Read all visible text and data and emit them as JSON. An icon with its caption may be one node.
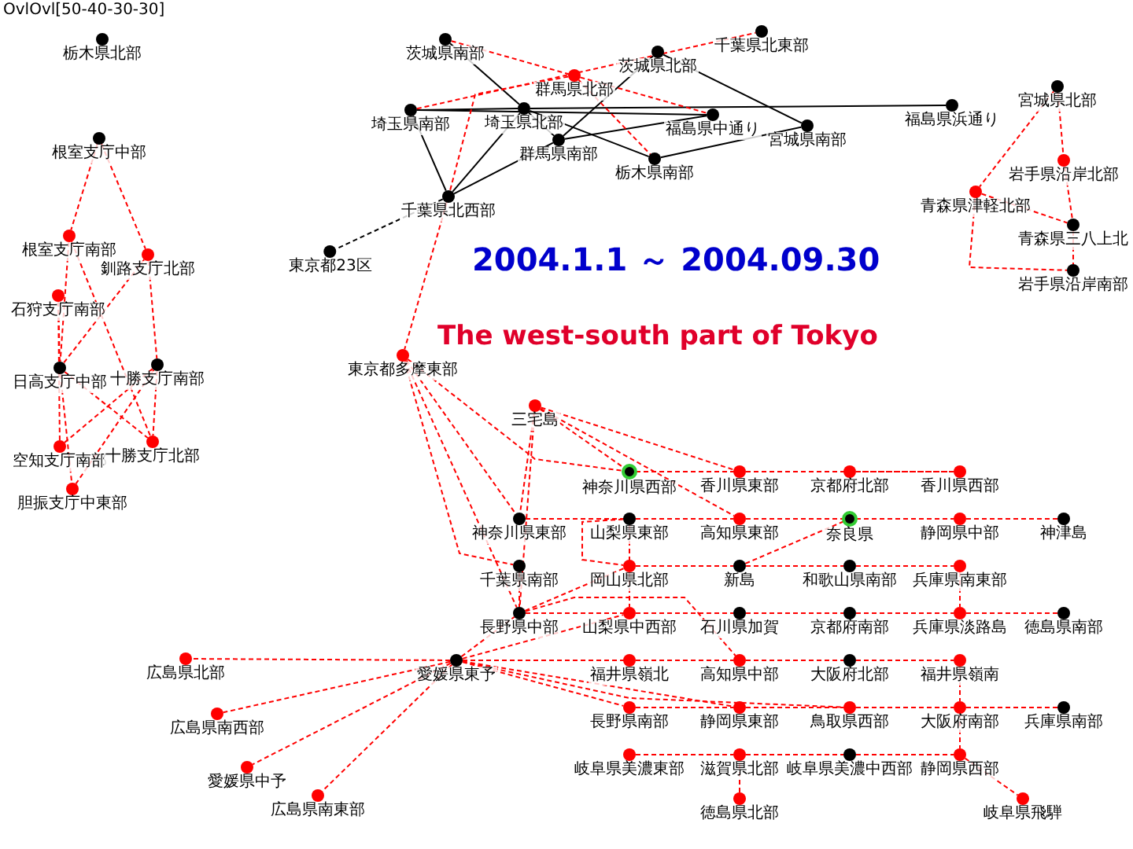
{
  "diagram": {
    "title": "2004.1.1 ～ 2004.09.30",
    "nodes": [
      {
        "text": [
          "栃木県北部"
        ]
      },
      {
        "text": [
          "根室支庁中部"
        ]
      },
      {
        "text": [
          "根室支庁南部"
        ]
      },
      {
        "text": [
          "釧路支庁北部"
        ]
      },
      {
        "text": [
          "石狩支庁南部"
        ]
      },
      {
        "text": [
          "日高支庁中部"
        ]
      },
      {
        "text": [
          "十勝支庁南部"
        ]
      },
      {
        "text": [
          "空知支庁南部"
        ]
      },
      {
        "text": [
          "十勝支庁北部"
        ]
      },
      {
        "text": [
          "胆振支庁中東部"
        ]
      },
      {
        "text": [
          "茨城県南部"
        ]
      },
      {
        "text": [
          "千葉県北東部"
        ]
      },
      {
        "text": [
          "茨城県北部"
        ]
      },
      {
        "text": [
          "群馬県北部"
        ]
      },
      {
        "text": [
          "埼玉県南部"
        ]
      },
      {
        "text": [
          "埼玉県北部"
        ]
      },
      {
        "text": [
          "福島県中通り"
        ]
      },
      {
        "text": [
          "宮城県南部"
        ]
      },
      {
        "text": [
          "福島県浜通り"
        ]
      },
      {
        "text": [
          "群馬県南部"
        ]
      },
      {
        "text": [
          "栃木県南部"
        ]
      },
      {
        "text": [
          "千葉県北西部"
        ]
      },
      {
        "text": [
          "東京都23区"
        ]
      },
      {
        "text": [
          "東京都多摩東部"
        ]
      },
      {
        "text": [
          "宮城県北部"
        ]
      },
      {
        "text": [
          "岩手県沿岸北部"
        ]
      },
      {
        "text": [
          "青森県津軽北部"
        ]
      },
      {
        "text": [
          "青森県三八上北"
        ]
      },
      {
        "text": [
          "岩手県沿岸南部"
        ]
      },
      {
        "text": [
          "三宅島"
        ]
      },
      {
        "text": [
          "神奈川県西部"
        ]
      },
      {
        "text": [
          "香川県東部"
        ]
      },
      {
        "text": [
          "京都府北部"
        ]
      },
      {
        "text": [
          "香川県西部"
        ]
      },
      {
        "text": [
          "神奈川県東部"
        ]
      },
      {
        "text": [
          "山梨県東部"
        ]
      },
      {
        "text": [
          "高知県東部"
        ]
      },
      {
        "text": [
          "奈良県"
        ]
      },
      {
        "text": [
          "静岡県中部"
        ]
      },
      {
        "text": [
          "神津島"
        ]
      },
      {
        "text": [
          "千葉県南部"
        ]
      },
      {
        "text": [
          "岡山県北部"
        ]
      },
      {
        "text": [
          "新島"
        ]
      },
      {
        "text": [
          "和歌山県南部"
        ]
      },
      {
        "text": [
          "兵庫県南東部"
        ]
      },
      {
        "text": [
          "長野県中部"
        ]
      },
      {
        "text": [
          "山梨県中西部"
        ]
      },
      {
        "text": [
          "石川県加賀"
        ]
      },
      {
        "text": [
          "京都府南部"
        ]
      },
      {
        "text": [
          "兵庫県淡路島"
        ]
      },
      {
        "text": [
          "徳島県南部"
        ]
      },
      {
        "text": [
          "愛媛県東予"
        ]
      },
      {
        "text": [
          "福井県嶺北"
        ]
      },
      {
        "text": [
          "高知県中部"
        ]
      },
      {
        "text": [
          "大阪府北部"
        ]
      },
      {
        "text": [
          "福井県嶺南"
        ]
      },
      {
        "text": [
          "長野県南部"
        ]
      },
      {
        "text": [
          "静岡県東部"
        ]
      },
      {
        "text": [
          "鳥取県西部"
        ]
      },
      {
        "text": [
          "大阪府南部"
        ]
      },
      {
        "text": [
          "兵庫県南部"
        ]
      },
      {
        "text": [
          "岐阜県美濃東部"
        ]
      },
      {
        "text": [
          "滋賀県北部"
        ]
      },
      {
        "text": [
          "岐阜県美濃中西部"
        ]
      },
      {
        "text": [
          "静岡県西部"
        ]
      },
      {
        "text": [
          "徳島県北部"
        ]
      },
      {
        "text": [
          "広島県北部"
        ]
      },
      {
        "text": [
          "広島県南西部"
        ]
      },
      {
        "text": [
          "愛媛県中予"
        ]
      },
      {
        "text": [
          "広島県南東部"
        ]
      },
      {
        "text": [
          "岐阜県飛騨"
        ]
      }
    ],
    "edges": [
      {
        "from": 1,
        "to": 2,
        "arrow": "none",
        "style": "dashed"
      },
      {
        "from": 1,
        "to": 3,
        "arrow": "none",
        "style": "dashed"
      },
      {
        "from": 2,
        "to": 5,
        "arrow": "none",
        "style": "dashed"
      },
      {
        "from": 2,
        "to": 8,
        "arrow": "none",
        "style": "dashed"
      },
      {
        "from": 3,
        "to": 6,
        "arrow": "none",
        "style": "dashed"
      },
      {
        "from": 3,
        "to": 5,
        "arrow": "none",
        "style": "dashed"
      },
      {
        "from": 4,
        "to": 5,
        "arrow": "none",
        "style": "dashed"
      },
      {
        "from": 4,
        "to": 7,
        "arrow": "none",
        "style": "dashed"
      },
      {
        "from": 5,
        "to": 9,
        "arrow": "none",
        "style": "dashed"
      },
      {
        "from": 5,
        "to": 8,
        "arrow": "none",
        "style": "dashed"
      },
      {
        "from": 6,
        "to": 7,
        "arrow": "none",
        "style": "dashed"
      },
      {
        "from": 6,
        "to": 9,
        "arrow": "none",
        "style": "dashed"
      },
      {
        "from": 6,
        "to": 8,
        "arrow": "none",
        "style": "dashed"
      },
      {
        "from": 10,
        "to": 15,
        "arrow": "none",
        "color": "#000000"
      },
      {
        "from": 14,
        "to": 15,
        "arrow": "none",
        "color": "#000000"
      },
      {
        "from": 14,
        "to": 16,
        "arrow": "none",
        "color": "#000000"
      },
      {
        "from": 14,
        "to": 21,
        "arrow": "none",
        "color": "#000000"
      },
      {
        "from": 15,
        "to": 21,
        "arrow": "none",
        "color": "#000000"
      },
      {
        "from": 15,
        "to": 20,
        "arrow": "none",
        "color": "#000000"
      },
      {
        "from": 15,
        "to": 18,
        "arrow": "none",
        "color": "#000000"
      },
      {
        "from": 12,
        "to": 19,
        "arrow": "none",
        "color": "#000000"
      },
      {
        "from": 12,
        "to": 17,
        "arrow": "none",
        "color": "#000000"
      },
      {
        "from": 19,
        "to": 21,
        "arrow": "none",
        "color": "#000000"
      },
      {
        "from": 19,
        "to": 16,
        "arrow": "none",
        "color": "#000000"
      },
      {
        "from": 20,
        "to": 17,
        "arrow": "none",
        "color": "#000000"
      },
      {
        "from": 15,
        "to": 19,
        "arrow": "none",
        "color": "#000000"
      },
      {
        "from": 10,
        "to": 16,
        "arrow": "none",
        "style": "dashed"
      },
      {
        "from": 14,
        "to": 11,
        "arrow": "none",
        "style": "dashed"
      },
      {
        "from": 13,
        "to": 21,
        "arrow": "none",
        "style": "dashed"
      },
      {
        "from": 13,
        "to": 20,
        "arrow": "none",
        "style": "dashed"
      },
      {
        "from": 21,
        "to": 23,
        "arrow": "none",
        "style": "dashed"
      },
      {
        "from": 21,
        "to": 22,
        "arrow": "none",
        "style": "dashed",
        "color": "#000000"
      },
      {
        "from": 24,
        "to": 25,
        "arrow": "none",
        "style": "dashed"
      },
      {
        "from": 24,
        "to": 26,
        "arrow": "none",
        "style": "dashed"
      },
      {
        "from": 26,
        "to": 27,
        "arrow": "none",
        "style": "dashed"
      },
      {
        "from": 26,
        "to": 28,
        "arrow": "none",
        "style": "dashed"
      },
      {
        "from": 25,
        "to": 27,
        "arrow": "none",
        "style": "dashed"
      },
      {
        "from": 27,
        "to": 28,
        "arrow": "none",
        "style": "dashed"
      },
      {
        "from": 23,
        "to": 34,
        "arrow": "none",
        "style": "dashed"
      },
      {
        "from": 23,
        "to": 40,
        "arrow": "none",
        "style": "dashed"
      },
      {
        "from": 23,
        "to": 30,
        "arrow": "none",
        "style": "dashed"
      },
      {
        "from": 23,
        "to": 45,
        "arrow": "none",
        "style": "dashed"
      },
      {
        "from": 29,
        "to": 34,
        "arrow": "none",
        "style": "dashed"
      },
      {
        "from": 29,
        "to": 45,
        "arrow": "none",
        "style": "dashed"
      },
      {
        "from": 29,
        "to": 30,
        "arrow": "none",
        "style": "dashed"
      },
      {
        "from": 29,
        "to": 31,
        "arrow": "none",
        "style": "dashed"
      },
      {
        "from": 29,
        "to": 36,
        "arrow": "none",
        "style": "dashed"
      },
      {
        "from": 51,
        "to": 66,
        "arrow": "none",
        "style": "dashed"
      },
      {
        "from": 51,
        "to": 67,
        "arrow": "none",
        "style": "dashed"
      },
      {
        "from": 51,
        "to": 68,
        "arrow": "none",
        "style": "dashed"
      },
      {
        "from": 51,
        "to": 69,
        "arrow": "none",
        "style": "dashed"
      },
      {
        "from": 51,
        "to": 45,
        "arrow": "none",
        "style": "dashed"
      },
      {
        "from": 51,
        "to": 52,
        "arrow": "none",
        "style": "dashed"
      },
      {
        "from": 51,
        "to": 56,
        "arrow": "none",
        "style": "dashed"
      },
      {
        "from": 51,
        "to": 57,
        "arrow": "none",
        "style": "dashed"
      },
      {
        "from": 51,
        "to": 58,
        "arrow": "none",
        "style": "dashed"
      },
      {
        "from": 51,
        "to": 53,
        "arrow": "none",
        "style": "dashed"
      },
      {
        "from": 51,
        "to": 46,
        "arrow": "none",
        "style": "dashed"
      },
      {
        "from": 45,
        "to": 41,
        "arrow": "none",
        "style": "dashed"
      },
      {
        "from": 45,
        "to": 46,
        "arrow": "none",
        "style": "dashed"
      },
      {
        "from": 45,
        "to": 47,
        "arrow": "none",
        "style": "dashed"
      },
      {
        "from": 45,
        "to": 53,
        "arrow": "none",
        "style": "dashed"
      },
      {
        "from": 34,
        "to": 35,
        "arrow": "none",
        "style": "dashed"
      },
      {
        "from": 34,
        "to": 36,
        "arrow": "none",
        "style": "dashed"
      },
      {
        "from": 30,
        "to": 31,
        "arrow": "none",
        "style": "dashed"
      },
      {
        "from": 30,
        "to": 32,
        "arrow": "none",
        "style": "dashed"
      },
      {
        "from": 35,
        "to": 41,
        "arrow": "none",
        "style": "dashed"
      },
      {
        "from": 41,
        "to": 42,
        "arrow": "none",
        "style": "dashed"
      },
      {
        "from": 42,
        "to": 37,
        "arrow": "none",
        "style": "dashed"
      },
      {
        "from": 37,
        "to": 38,
        "arrow": "none",
        "style": "dashed"
      },
      {
        "from": 36,
        "to": 37,
        "arrow": "none",
        "style": "dashed"
      },
      {
        "from": 42,
        "to": 43,
        "arrow": "none",
        "style": "dashed"
      },
      {
        "from": 43,
        "to": 44,
        "arrow": "none",
        "style": "dashed"
      },
      {
        "from": 46,
        "to": 47,
        "arrow": "none",
        "style": "dashed"
      },
      {
        "from": 47,
        "to": 48,
        "arrow": "none",
        "style": "dashed"
      },
      {
        "from": 48,
        "to": 49,
        "arrow": "none",
        "style": "dashed"
      },
      {
        "from": 53,
        "to": 54,
        "arrow": "none",
        "style": "dashed"
      },
      {
        "from": 54,
        "to": 55,
        "arrow": "none",
        "style": "dashed"
      },
      {
        "from": 56,
        "to": 57,
        "arrow": "none",
        "style": "dashed"
      },
      {
        "from": 57,
        "to": 58,
        "arrow": "none",
        "style": "dashed"
      },
      {
        "from": 58,
        "to": 59,
        "arrow": "none",
        "style": "dashed"
      },
      {
        "from": 61,
        "to": 62,
        "arrow": "none",
        "style": "dashed"
      },
      {
        "from": 62,
        "to": 63,
        "arrow": "none",
        "style": "dashed"
      },
      {
        "from": 63,
        "to": 64,
        "arrow": "none",
        "style": "dashed"
      },
      {
        "from": 64,
        "to": 70,
        "arrow": "none",
        "style": "dashed"
      },
      {
        "from": 65,
        "to": 62,
        "arrow": "none",
        "style": "dashed"
      },
      {
        "from": 33,
        "to": 32,
        "arrow": "none",
        "style": "dashed"
      },
      {
        "from": 39,
        "to": 38,
        "arrow": "none",
        "style": "dashed"
      },
      {
        "from": 50,
        "to": 49,
        "arrow": "none",
        "style": "dashed"
      },
      {
        "from": 60,
        "to": 59,
        "arrow": "none",
        "style": "dashed"
      },
      {
        "from": 52,
        "to": 53,
        "arrow": "none",
        "style": "dashed"
      },
      {
        "from": 40,
        "to": 45,
        "arrow": "none",
        "style": "dashed"
      },
      {
        "from": 31,
        "to": 33,
        "arrow": "none",
        "style": "dashed"
      },
      {
        "from": 44,
        "to": 49,
        "arrow": "none",
        "style": "dashed"
      },
      {
        "from": 55,
        "to": 59,
        "arrow": "none",
        "style": "dashed"
      },
      {
        "from": 35,
        "to": 46,
        "arrow": "none",
        "style": "dashed"
      },
      {
        "from": 59,
        "to": 64,
        "arrow": "none",
        "style": "dashed"
      }
    ],
    "labels": [
      "OvlOvl[50-40-30-30]",
      "The west-south part of Tokyo"
    ]
  }
}
